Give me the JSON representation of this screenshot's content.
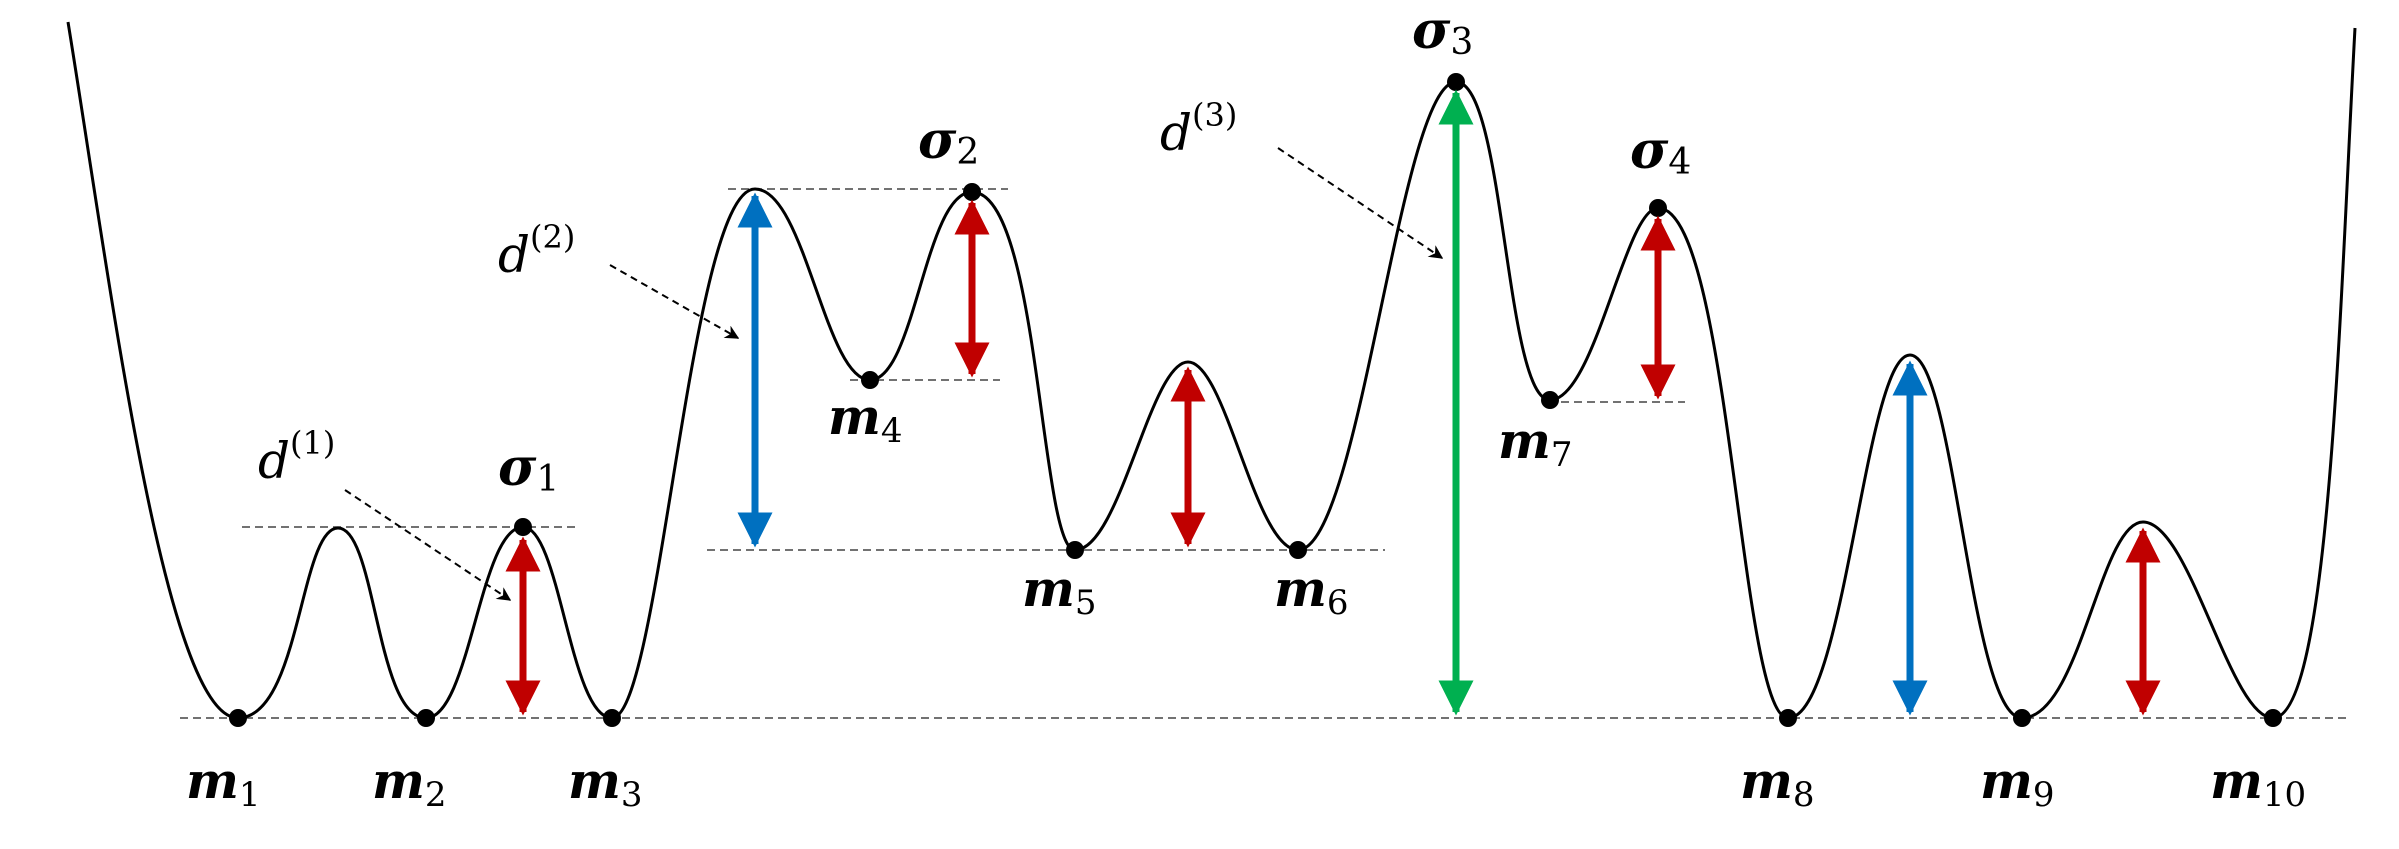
{
  "minima": [
    {
      "symbol": "m",
      "index": "1"
    },
    {
      "symbol": "m",
      "index": "2"
    },
    {
      "symbol": "m",
      "index": "3"
    },
    {
      "symbol": "m",
      "index": "4"
    },
    {
      "symbol": "m",
      "index": "5"
    },
    {
      "symbol": "m",
      "index": "6"
    },
    {
      "symbol": "m",
      "index": "7"
    },
    {
      "symbol": "m",
      "index": "8"
    },
    {
      "symbol": "m",
      "index": "9"
    },
    {
      "symbol": "m",
      "index": "10"
    }
  ],
  "saddles": [
    {
      "symbol": "σ",
      "index": "1"
    },
    {
      "symbol": "σ",
      "index": "2"
    },
    {
      "symbol": "σ",
      "index": "3"
    },
    {
      "symbol": "σ",
      "index": "4"
    }
  ],
  "depth_labels": [
    {
      "symbol": "d",
      "sup": "(1)"
    },
    {
      "symbol": "d",
      "sup": "(2)"
    },
    {
      "symbol": "d",
      "sup": "(3)"
    }
  ],
  "colors": {
    "red": "#c00000",
    "blue": "#0070c0",
    "green": "#00b050"
  }
}
